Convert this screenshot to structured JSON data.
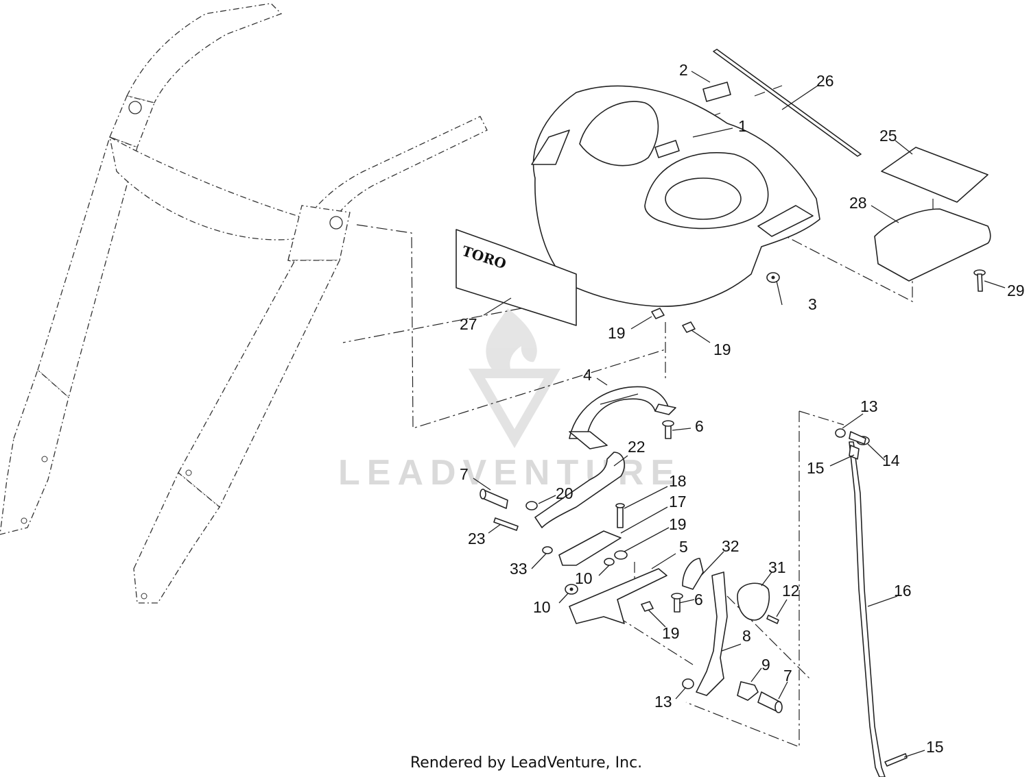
{
  "callouts": [
    {
      "id": "1",
      "text": "1"
    },
    {
      "id": "2",
      "text": "2"
    },
    {
      "id": "3",
      "text": "3"
    },
    {
      "id": "4",
      "text": "4"
    },
    {
      "id": "5",
      "text": "5"
    },
    {
      "id": "6a",
      "text": "6"
    },
    {
      "id": "6b",
      "text": "6"
    },
    {
      "id": "7a",
      "text": "7"
    },
    {
      "id": "7b",
      "text": "7"
    },
    {
      "id": "8",
      "text": "8"
    },
    {
      "id": "9",
      "text": "9"
    },
    {
      "id": "10a",
      "text": "10"
    },
    {
      "id": "10b",
      "text": "10"
    },
    {
      "id": "12",
      "text": "12"
    },
    {
      "id": "13a",
      "text": "13"
    },
    {
      "id": "13b",
      "text": "13"
    },
    {
      "id": "14",
      "text": "14"
    },
    {
      "id": "15a",
      "text": "15"
    },
    {
      "id": "15b",
      "text": "15"
    },
    {
      "id": "16",
      "text": "16"
    },
    {
      "id": "17",
      "text": "17"
    },
    {
      "id": "18",
      "text": "18"
    },
    {
      "id": "19a",
      "text": "19"
    },
    {
      "id": "19b",
      "text": "19"
    },
    {
      "id": "19c",
      "text": "19"
    },
    {
      "id": "19d",
      "text": "19"
    },
    {
      "id": "20",
      "text": "20"
    },
    {
      "id": "22",
      "text": "22"
    },
    {
      "id": "23",
      "text": "23"
    },
    {
      "id": "25",
      "text": "25"
    },
    {
      "id": "26",
      "text": "26"
    },
    {
      "id": "27",
      "text": "27"
    },
    {
      "id": "28",
      "text": "28"
    },
    {
      "id": "29",
      "text": "29"
    },
    {
      "id": "31",
      "text": "31"
    },
    {
      "id": "32",
      "text": "32"
    },
    {
      "id": "33",
      "text": "33"
    }
  ],
  "decal_logo": "TORO",
  "watermark": "LEADVENTURE",
  "footer": "Rendered by LeadVenture, Inc."
}
